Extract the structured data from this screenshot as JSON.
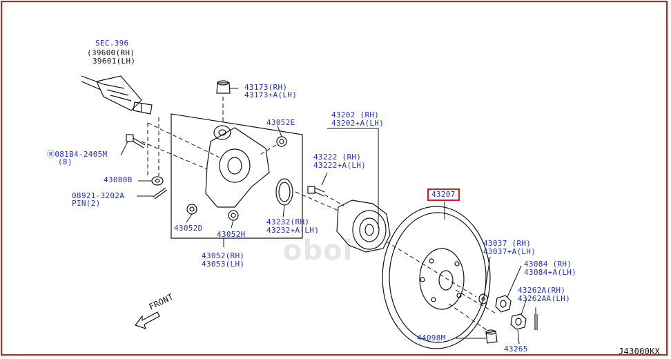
{
  "callouts": {
    "sec": "SEC.396",
    "sec_sub1": "39600(RH)",
    "sec_sub2": "39601(LH)",
    "p43173": "43173(RH)",
    "p43173a": "43173+A(LH)",
    "p43052e": "43052E",
    "b081b4": "081B4-2405M",
    "b081b4_qty": "(8)",
    "p43080b": "43080B",
    "p08921": "08921-3202A",
    "pin": "PIN(2)",
    "p43052d": "43052D",
    "p43052h": "43052H",
    "p43052": "43052(RH)",
    "p43053": "43053(LH)",
    "p43202": "43202 (RH)",
    "p43202a": "43202+A(LH)",
    "p43222": "43222 (RH)",
    "p43222a": "43222+A(LH)",
    "p43232": "43232(RH)",
    "p43232a": "43232+A(LH)",
    "p43207": "43207",
    "p43037": "43037 (RH)",
    "p43037a": "43037+A(LH)",
    "p43084": "43084 (RH)",
    "p43084a": "43084+A(LH)",
    "p43262a": "43262A(RH)",
    "p43262aa": "43262AA(LH)",
    "p44098m": "44098M",
    "p43265": "43265",
    "front": "FRONT",
    "diagram_code": "J43000KX",
    "watermark": "oboi"
  },
  "colors": {
    "frame": "#e0141e",
    "callout_text": "#1f2fd0",
    "line": "#111111"
  }
}
